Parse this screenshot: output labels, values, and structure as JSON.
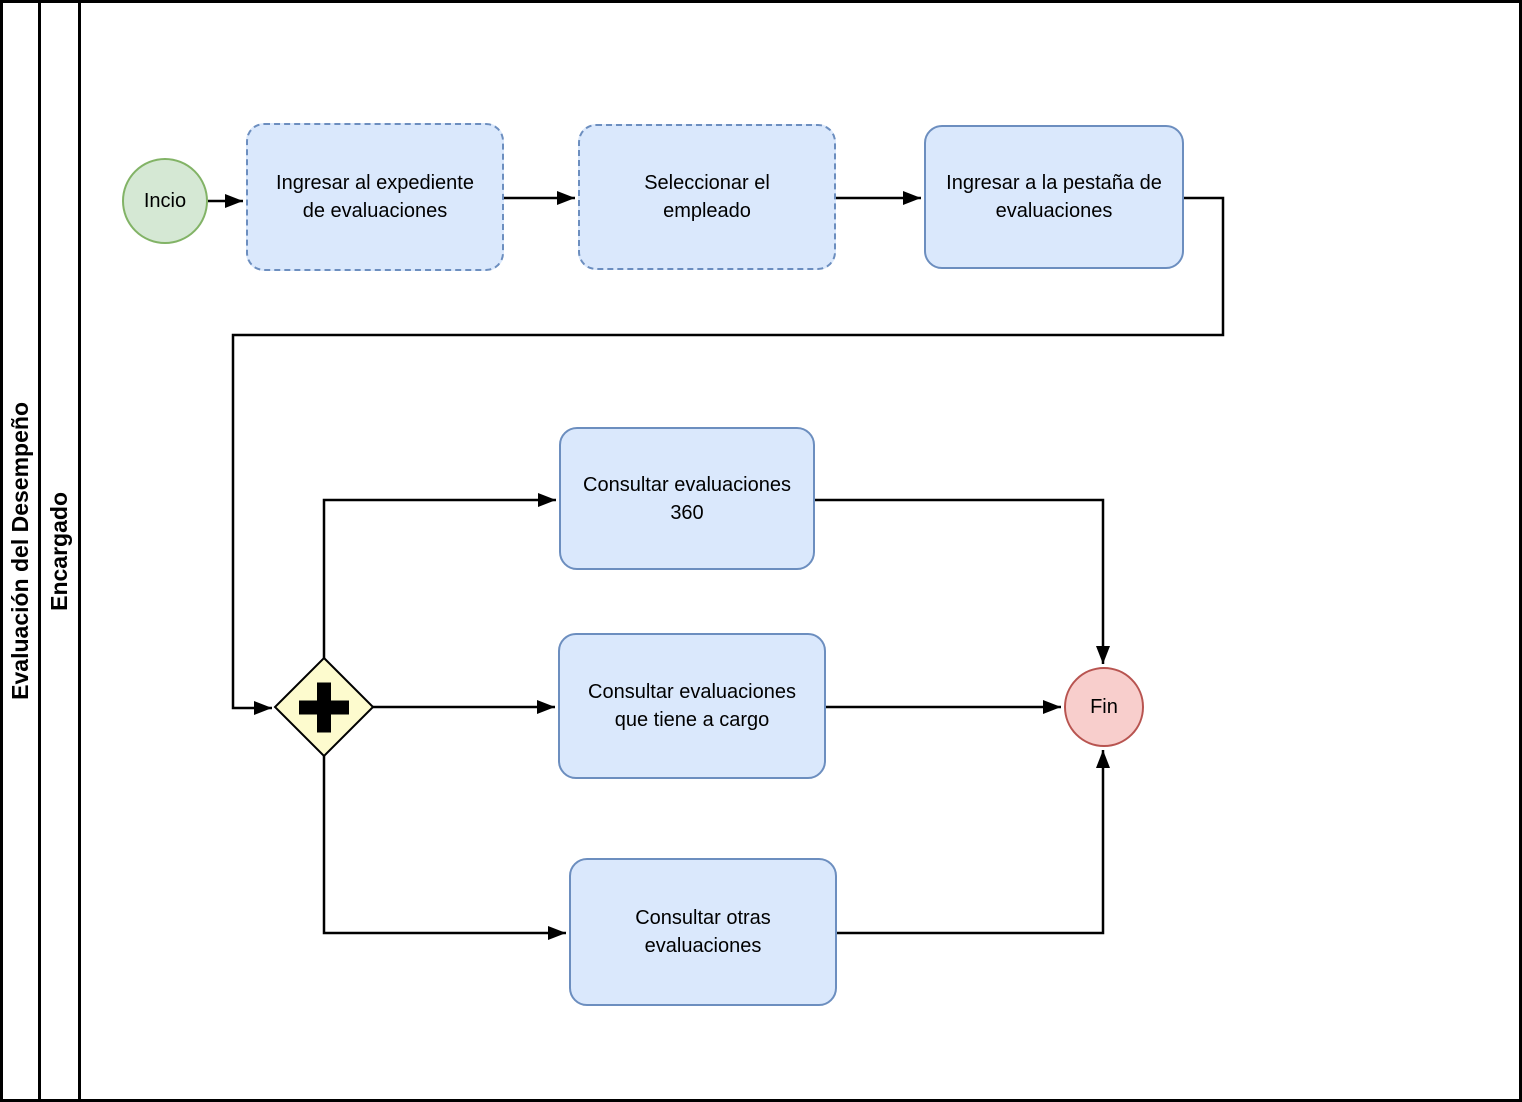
{
  "pool": {
    "title": "Evaluación del Desempeño"
  },
  "lane": {
    "title": "Encargado"
  },
  "nodes": {
    "start": {
      "label": "Incio",
      "type": "start-event"
    },
    "task_expediente": {
      "label": "Ingresar al expediente de evaluaciones",
      "style": "dashed"
    },
    "task_seleccionar": {
      "label": "Seleccionar el empleado",
      "style": "dashed"
    },
    "task_pestana": {
      "label": "Ingresar a la pestaña de evaluaciones",
      "style": "solid"
    },
    "gateway": {
      "type": "parallel-gateway",
      "symbol": "plus"
    },
    "task_360": {
      "label": "Consultar evaluaciones 360",
      "style": "solid"
    },
    "task_cargo": {
      "label": "Consultar evaluaciones que tiene a cargo",
      "style": "solid"
    },
    "task_otras": {
      "label": "Consultar otras evaluaciones",
      "style": "solid"
    },
    "end": {
      "label": "Fin",
      "type": "end-event"
    }
  },
  "colors": {
    "task-fill": "#dae8fc",
    "task-stroke": "#6c8ebf",
    "start-fill": "#d5e8d4",
    "start-stroke": "#82b366",
    "end-fill": "#f8cecc",
    "end-stroke": "#b85450",
    "gateway-fill": "#fdfbce",
    "gateway-stroke": "#000000",
    "connector": "#000000",
    "frame": "#000000",
    "text": "#000000"
  }
}
